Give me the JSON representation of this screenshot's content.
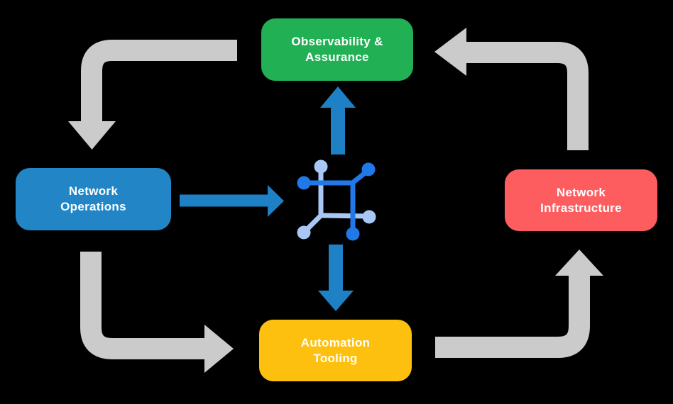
{
  "nodes": {
    "observability": {
      "line1": "Observability &",
      "line2": "Assurance",
      "color": "#22b055"
    },
    "operations": {
      "line1": "Network",
      "line2": "Operations",
      "color": "#2285c6"
    },
    "infrastructure": {
      "line1": "Network",
      "line2": "Infrastructure",
      "color": "#fe5d60"
    },
    "automation": {
      "line1": "Automation",
      "line2": "Tooling",
      "color": "#fec00e"
    }
  },
  "edges": [
    {
      "from": "Observability & Assurance",
      "to": "Network Operations",
      "style": "gray-elbow"
    },
    {
      "from": "Network Operations",
      "to": "Automation Tooling",
      "style": "gray-elbow"
    },
    {
      "from": "Automation Tooling",
      "to": "Network Infrastructure",
      "style": "gray-elbow"
    },
    {
      "from": "Network Infrastructure",
      "to": "Observability & Assurance",
      "style": "gray-elbow"
    },
    {
      "from": "Network Operations",
      "to": "network-fabric-icon",
      "style": "blue-straight"
    },
    {
      "from": "network-fabric-icon",
      "to": "Observability & Assurance",
      "style": "blue-straight"
    },
    {
      "from": "network-fabric-icon",
      "to": "Automation Tooling",
      "style": "blue-straight"
    }
  ],
  "icon": {
    "name": "network-fabric",
    "dark_color": "#2179e8",
    "light_color": "#a8c7f5"
  },
  "colors": {
    "background": "#000000",
    "arrow_gray": "#cbcbcb",
    "arrow_blue": "#1e81c6",
    "node_text": "#ffffff"
  }
}
